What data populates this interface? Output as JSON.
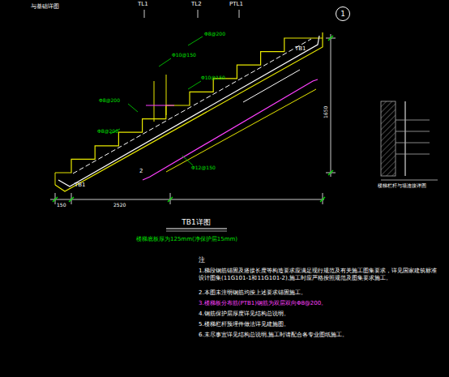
{
  "diagram": {
    "title": "TB1详图",
    "nodes": [
      {
        "text": [
          "1"
        ]
      }
    ],
    "edges": [],
    "labels": [
      "与基础详图",
      "TL1",
      "TL2",
      "PTL1",
      "TB1",
      "TB1",
      "Φ8@200",
      "Φ10@150",
      "Φ10@150",
      "Φ8@200",
      "Φ12@150",
      "Φ8@200",
      "150",
      "2520",
      "1650",
      "楼梯栏杆与墙连接详图",
      "楼梯底板厚为125mm(净保护层15mm)",
      "注",
      "1.梯段钢筋锚固及搭接长度等构造要求应满足现行规范及有关施工图集要求，详见国家建筑标准设计图集(11G101-1和11G101-2),施工时应严格按照规范及图集要求施工。",
      "2.本图未注明钢筋均按上述要求锚固施工。",
      "3.楼梯板分布筋(PTB1)钢筋为双层双向Φ8@200。",
      "4.钢筋保护层厚度详见结构总说明。",
      "5.楼梯栏杆预埋件做法详见建施图。",
      "6.未尽事宜详见结构总说明,施工时请配合各专业图纸施工。",
      "2"
    ]
  }
}
